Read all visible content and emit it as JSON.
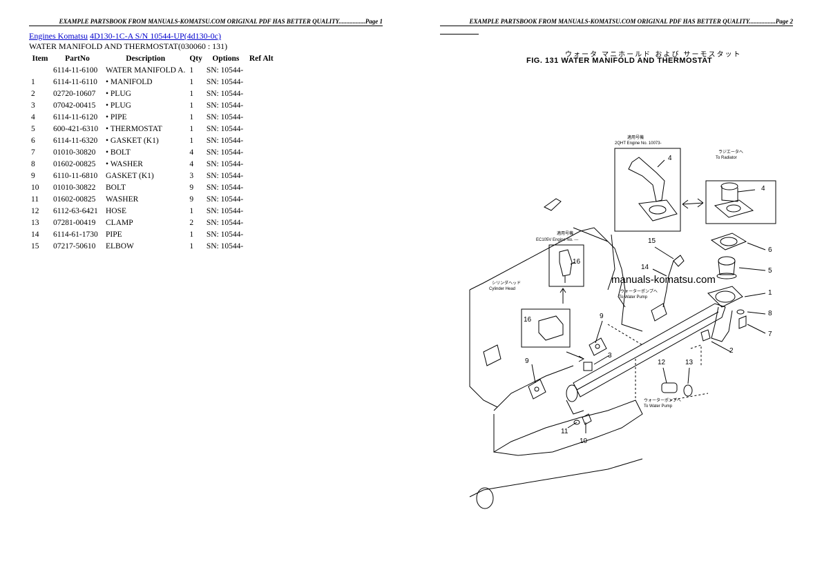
{
  "header": {
    "left": "EXAMPLE PARTSBOOK FROM MANUALS-KOMATSU.COM ORIGINAL PDF HAS BETTER QUALITY.................Page 1",
    "right": "EXAMPLE PARTSBOOK FROM MANUALS-KOMATSU.COM ORIGINAL PDF HAS BETTER QUALITY.................Page 2"
  },
  "breadcrumb": {
    "link1": "Engines Komatsu",
    "link2": "4D130-1C-A S/N 10544-UP(4d130-0c)"
  },
  "subtitle": "WATER MANIFOLD AND THERMOSTAT(030060 : 131)",
  "table": {
    "headers": [
      "Item",
      "PartNo",
      "Description",
      "Qty",
      "Options",
      "Ref Alt"
    ],
    "rows": [
      {
        "item": "",
        "part": "6114-11-6100",
        "desc": "WATER MANIFOLD A.",
        "qty": "1",
        "opt": "SN: 10544-"
      },
      {
        "item": "1",
        "part": "6114-11-6110",
        "desc": "• MANIFOLD",
        "qty": "1",
        "opt": "SN: 10544-"
      },
      {
        "item": "2",
        "part": "02720-10607",
        "desc": "• PLUG",
        "qty": "1",
        "opt": "SN: 10544-"
      },
      {
        "item": "3",
        "part": "07042-00415",
        "desc": "• PLUG",
        "qty": "1",
        "opt": "SN: 10544-"
      },
      {
        "item": "4",
        "part": "6114-11-6120",
        "desc": "• PIPE",
        "qty": "1",
        "opt": "SN: 10544-"
      },
      {
        "item": "5",
        "part": "600-421-6310",
        "desc": "• THERMOSTAT",
        "qty": "1",
        "opt": "SN: 10544-"
      },
      {
        "item": "6",
        "part": "6114-11-6320",
        "desc": "• GASKET (K1)",
        "qty": "1",
        "opt": "SN: 10544-"
      },
      {
        "item": "7",
        "part": "01010-30820",
        "desc": "• BOLT",
        "qty": "4",
        "opt": "SN: 10544-"
      },
      {
        "item": "8",
        "part": "01602-00825",
        "desc": "• WASHER",
        "qty": "4",
        "opt": "SN: 10544-"
      },
      {
        "item": "9",
        "part": "6110-11-6810",
        "desc": "GASKET (K1)",
        "qty": "3",
        "opt": "SN: 10544-"
      },
      {
        "item": "10",
        "part": "01010-30822",
        "desc": "BOLT",
        "qty": "9",
        "opt": "SN: 10544-"
      },
      {
        "item": "11",
        "part": "01602-00825",
        "desc": "WASHER",
        "qty": "9",
        "opt": "SN: 10544-"
      },
      {
        "item": "12",
        "part": "6112-63-6421",
        "desc": "HOSE",
        "qty": "1",
        "opt": "SN: 10544-"
      },
      {
        "item": "13",
        "part": "07281-00419",
        "desc": "CLAMP",
        "qty": "2",
        "opt": "SN: 10544-"
      },
      {
        "item": "14",
        "part": "6114-61-1730",
        "desc": "PIPE",
        "qty": "1",
        "opt": "SN: 10544-"
      },
      {
        "item": "15",
        "part": "07217-50610",
        "desc": "ELBOW",
        "qty": "1",
        "opt": "SN: 10544-"
      }
    ]
  },
  "figure": {
    "jp_title": "ウォータ マニホールド および サーモスタット",
    "title": "FIG. 131  WATER MANIFOLD AND THERMOSTAT",
    "watermark": "manuals-komatsu.com",
    "labels": {
      "engine_top_jp": "適用号機",
      "engine_top": "2QHT Engine No. 10073-",
      "radiator_jp": "ラジエータへ",
      "radiator": "To Radiator",
      "ec_jp": "適用号機",
      "ec": "EC105V Engine No. ---",
      "cyl_jp": "シリンダヘッド",
      "cyl": "Cylinder Head",
      "wp1_jp": "ウォーターポンプへ",
      "wp1": "To Water Pump",
      "wp2_jp": "ウォーターポンプへ",
      "wp2": "To Water Pump"
    },
    "callouts": [
      "1",
      "2",
      "3",
      "4",
      "4",
      "5",
      "6",
      "7",
      "8",
      "9",
      "9",
      "10",
      "11",
      "12",
      "13",
      "14",
      "15",
      "16",
      "16"
    ]
  }
}
